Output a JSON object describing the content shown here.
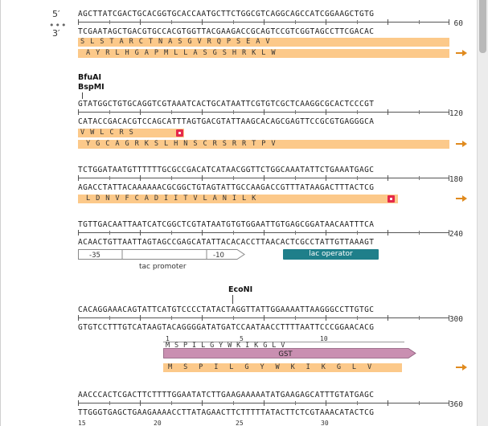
{
  "strands": {
    "top": "5′",
    "bottom": "3′",
    "ellipsis": "•••"
  },
  "colors": {
    "frame": "#fcc98a",
    "stop": "#e5294b",
    "lac_operator": "#1f7f8a",
    "gst": "#c98fb1",
    "arrow": "#e08a1e"
  },
  "rows": [
    {
      "top": "AGCTTATCGACTGCACGGTGCACCAATGCTTCTGGCGTCAGGCAGCCATCGGAAGCTGTG",
      "bottom": "TCGAATAGCTGACGTGCCACGTGGTTACGAAGACCGCAGTCCGTCGGTAGCCTTCGACAC",
      "position": "60",
      "frame1": "SLSTARCTNASGVRQPSEAV",
      "frame2": "AYRLHGAPMLLASGSHRKLW"
    },
    {
      "sites": [
        "BfuAI",
        "BspMI"
      ],
      "top": "GTATGGCTGTGCAGGTCGTAAATCACTGCATAATTCGTGTCGCTCAAGGCGCACTCCCGT",
      "bottom": "CATACCGACACGTCCAGCATTTAGTGACGTATTAAGCACAGCGAGTTCCGCGTGAGGGCA",
      "position": "120",
      "frame1": "VWLCRS",
      "frame2": "YGCAGRKSLHNSCRSRRTPV"
    },
    {
      "top": "TCTGGATAATGTTTTTTGCGCCGACATCATAACGGTTCTGGCAAATATTCTGAAATGAGC",
      "bottom": "AGACCTATTACAAAAAACGCGGCTGTAGTATTGCCAAGACCGTTTATAAGACTTTACTCG",
      "position": "180",
      "frame1": "LDNVFCADIITVLANILK"
    },
    {
      "top": "TGTTGACAATTAATCATCGGCTCGTATAATGTGTGGAATTGTGAGCGGATAACAATTTCA",
      "bottom": "ACAACTGTTAATTAGTAGCCGAGCATATTACACACCTTAACACTCGCCTATTGTTAAAGT",
      "position": "240",
      "tac": {
        "box1": "-35",
        "box2": "-10",
        "label": "tac promoter"
      },
      "lac_operator": "lac operator"
    },
    {
      "sites": [
        "EcoNI"
      ],
      "top": "CACAGGAAACAGTATTCATGTCCCCTATACTAGGTTATTGGAAAATTAAGGGCCTTGTGC",
      "bottom": "GTGTCCTTTGTCATAAGTACAGGGGATATGATCCAATAACCTTTTAATTCCCGGAACACG",
      "position": "300",
      "gst_numbers": [
        "1",
        "5",
        "10"
      ],
      "gst_aa": "MSPILGYWKIKGLV",
      "gst_label": "GST",
      "frame1": "MSPILGYWKIKGLV"
    },
    {
      "top": "AACCCACTCGACTTCTTTTGGAATATCTTGAAGAAAAATATGAAGAGCATTTGTATGAGC",
      "bottom": "TTGGGTGAGCTGAAGAAAACCTTATAGAACTTCTTTTTATACTTCTCGTAAACATACTCG",
      "position": "360",
      "bottom_numbers": [
        "15",
        "20",
        "25",
        "30"
      ]
    }
  ]
}
